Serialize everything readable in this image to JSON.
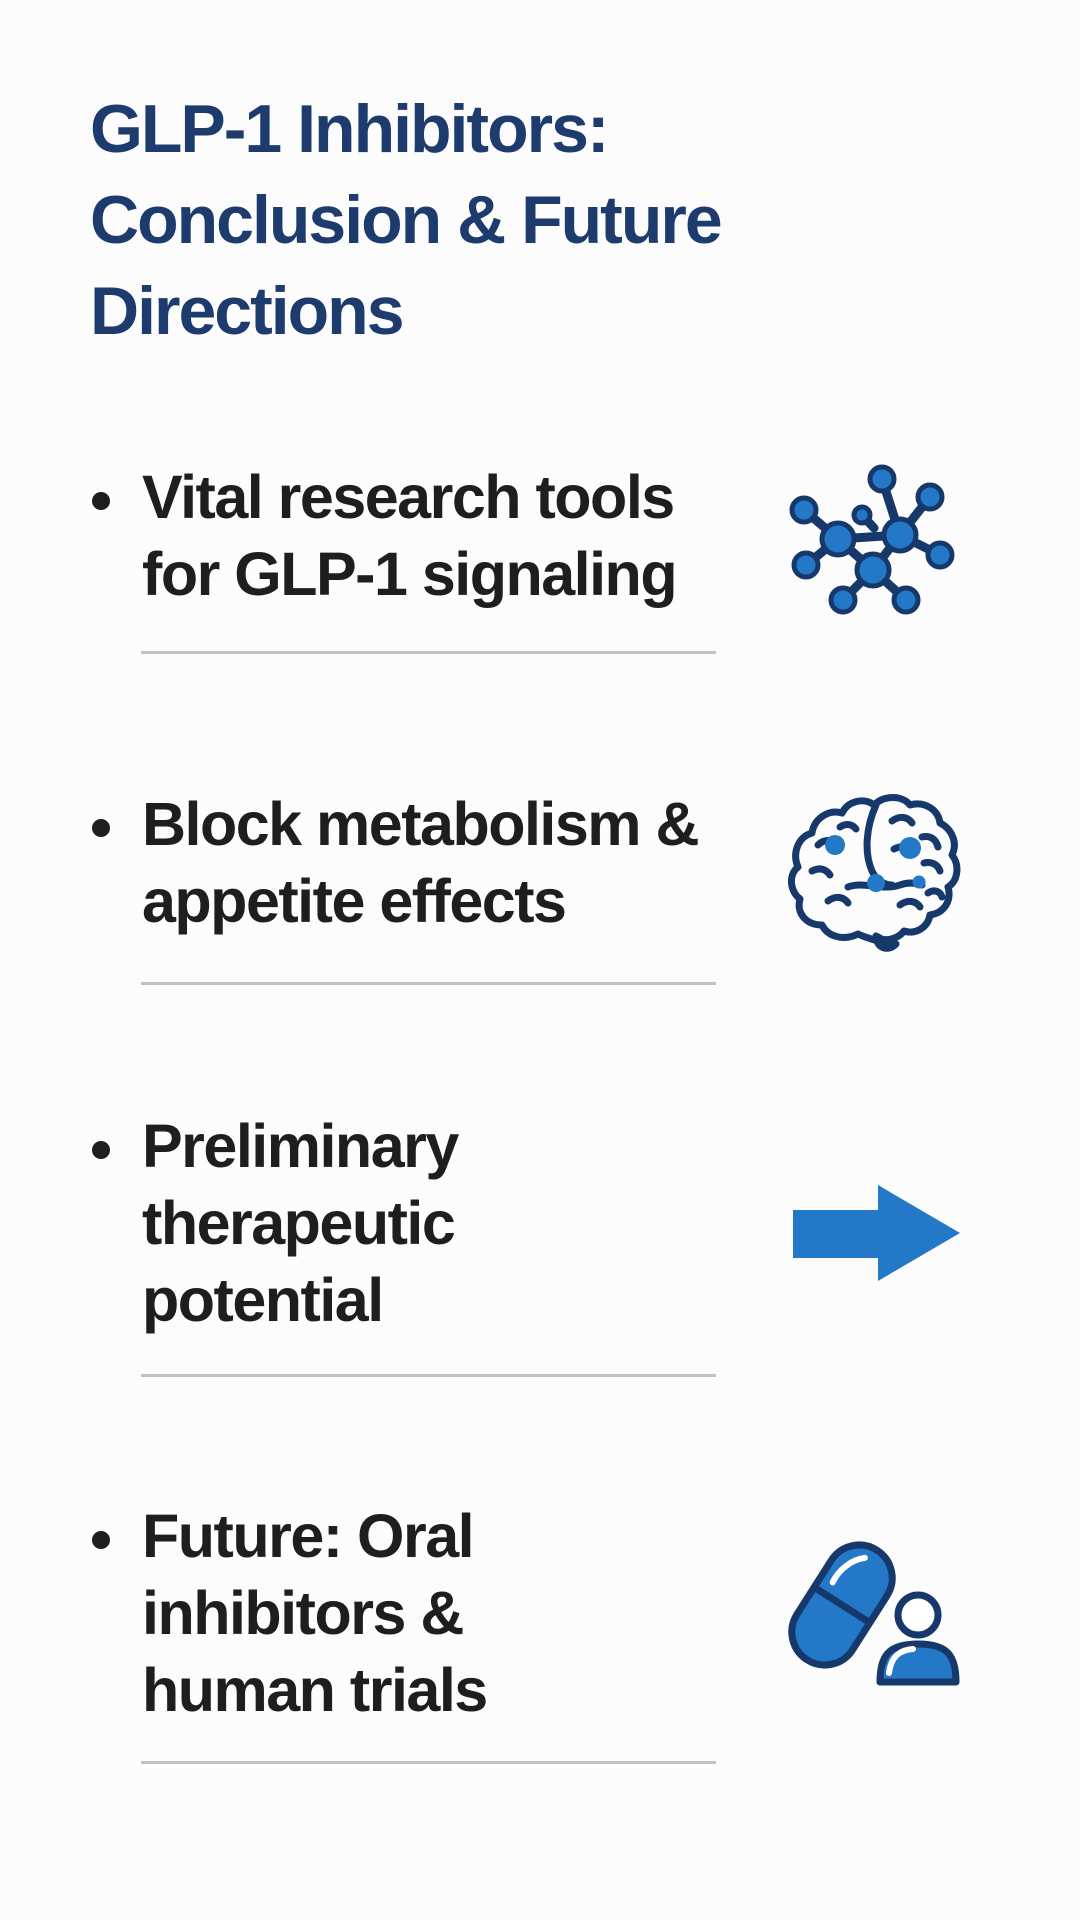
{
  "title": {
    "text": "GLP-1 Inhibitors:\nConclusion & Future\nDirections"
  },
  "bullets": [
    {
      "text": "Vital research tools\nfor GLP-1 signaling",
      "icon": "molecule-network-icon"
    },
    {
      "text": "Block metabolism &\nappetite effects",
      "icon": "brain-synapse-icon"
    },
    {
      "text": "Preliminary\ntherapeutic\npotential",
      "icon": "arrow-right-icon"
    },
    {
      "text": "Future: Oral\ninhibitors &\nhuman trials",
      "icon": "pill-person-icon"
    }
  ],
  "colors": {
    "title-navy": "#1d3b6d",
    "icon-navy": "#17386b",
    "accent-blue": "#2379c8",
    "body-text": "#1e1e1e",
    "divider-gray": "#c2c2c2",
    "background": "#fcfcfc"
  }
}
